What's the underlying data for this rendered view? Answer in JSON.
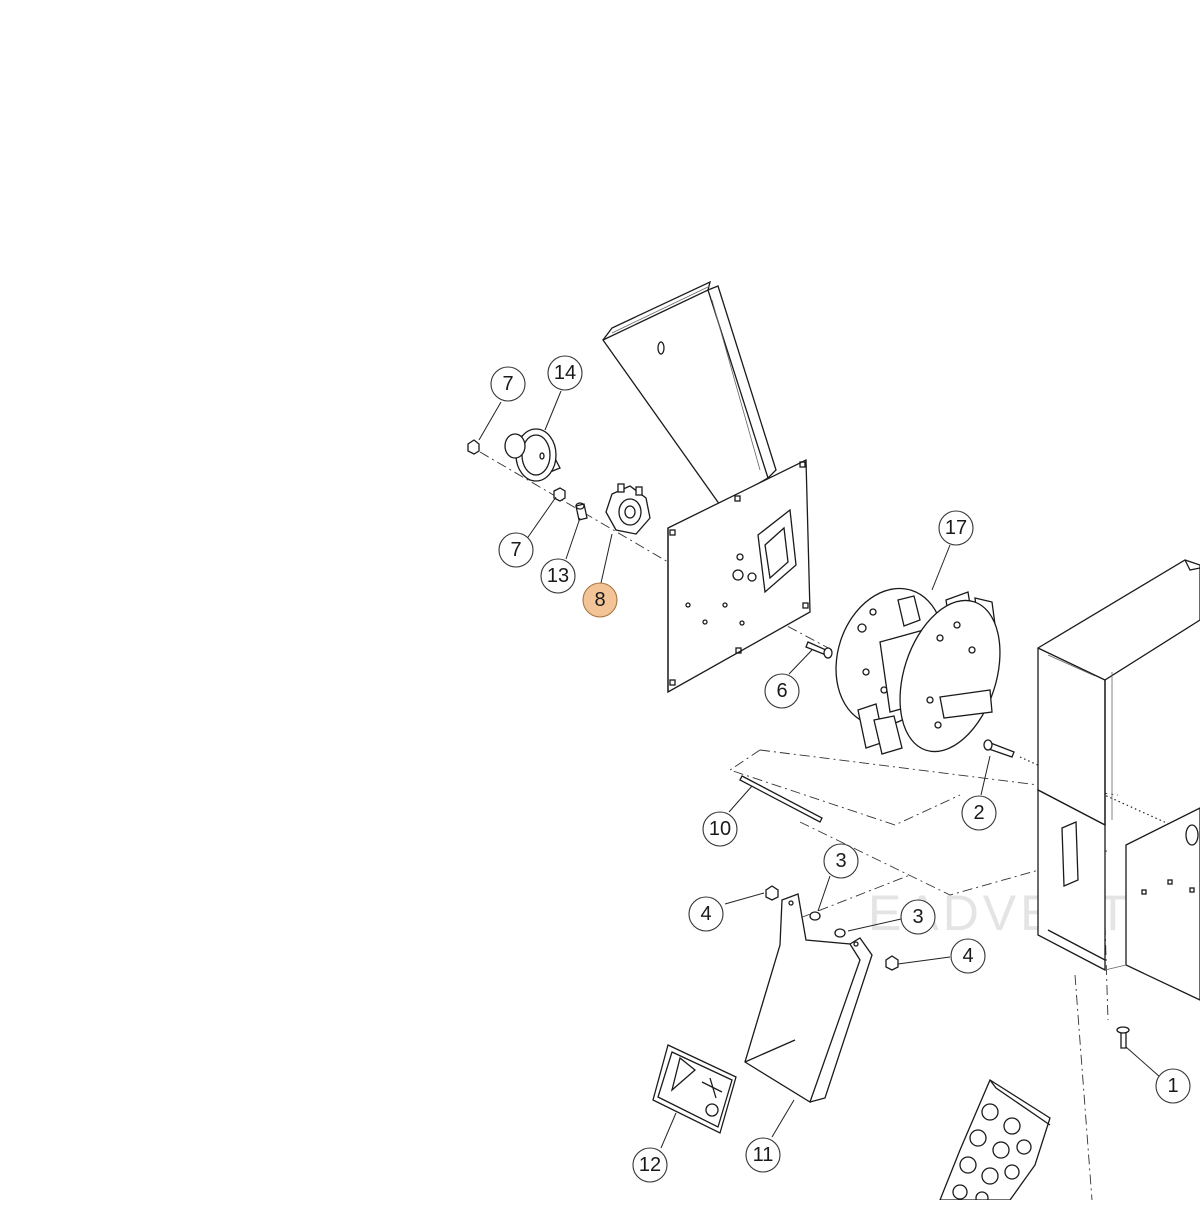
{
  "diagram": {
    "highlight_color": "#f2c497",
    "watermark": "EADVENTU",
    "callouts": [
      {
        "label": "7"
      },
      {
        "label": "14"
      },
      {
        "label": "7"
      },
      {
        "label": "13"
      },
      {
        "label": "8",
        "highlighted": true
      },
      {
        "label": "17"
      },
      {
        "label": "6"
      },
      {
        "label": "2"
      },
      {
        "label": "10"
      },
      {
        "label": "3"
      },
      {
        "label": "4"
      },
      {
        "label": "3"
      },
      {
        "label": "4"
      },
      {
        "label": "1"
      },
      {
        "label": "12"
      },
      {
        "label": "11"
      }
    ]
  }
}
